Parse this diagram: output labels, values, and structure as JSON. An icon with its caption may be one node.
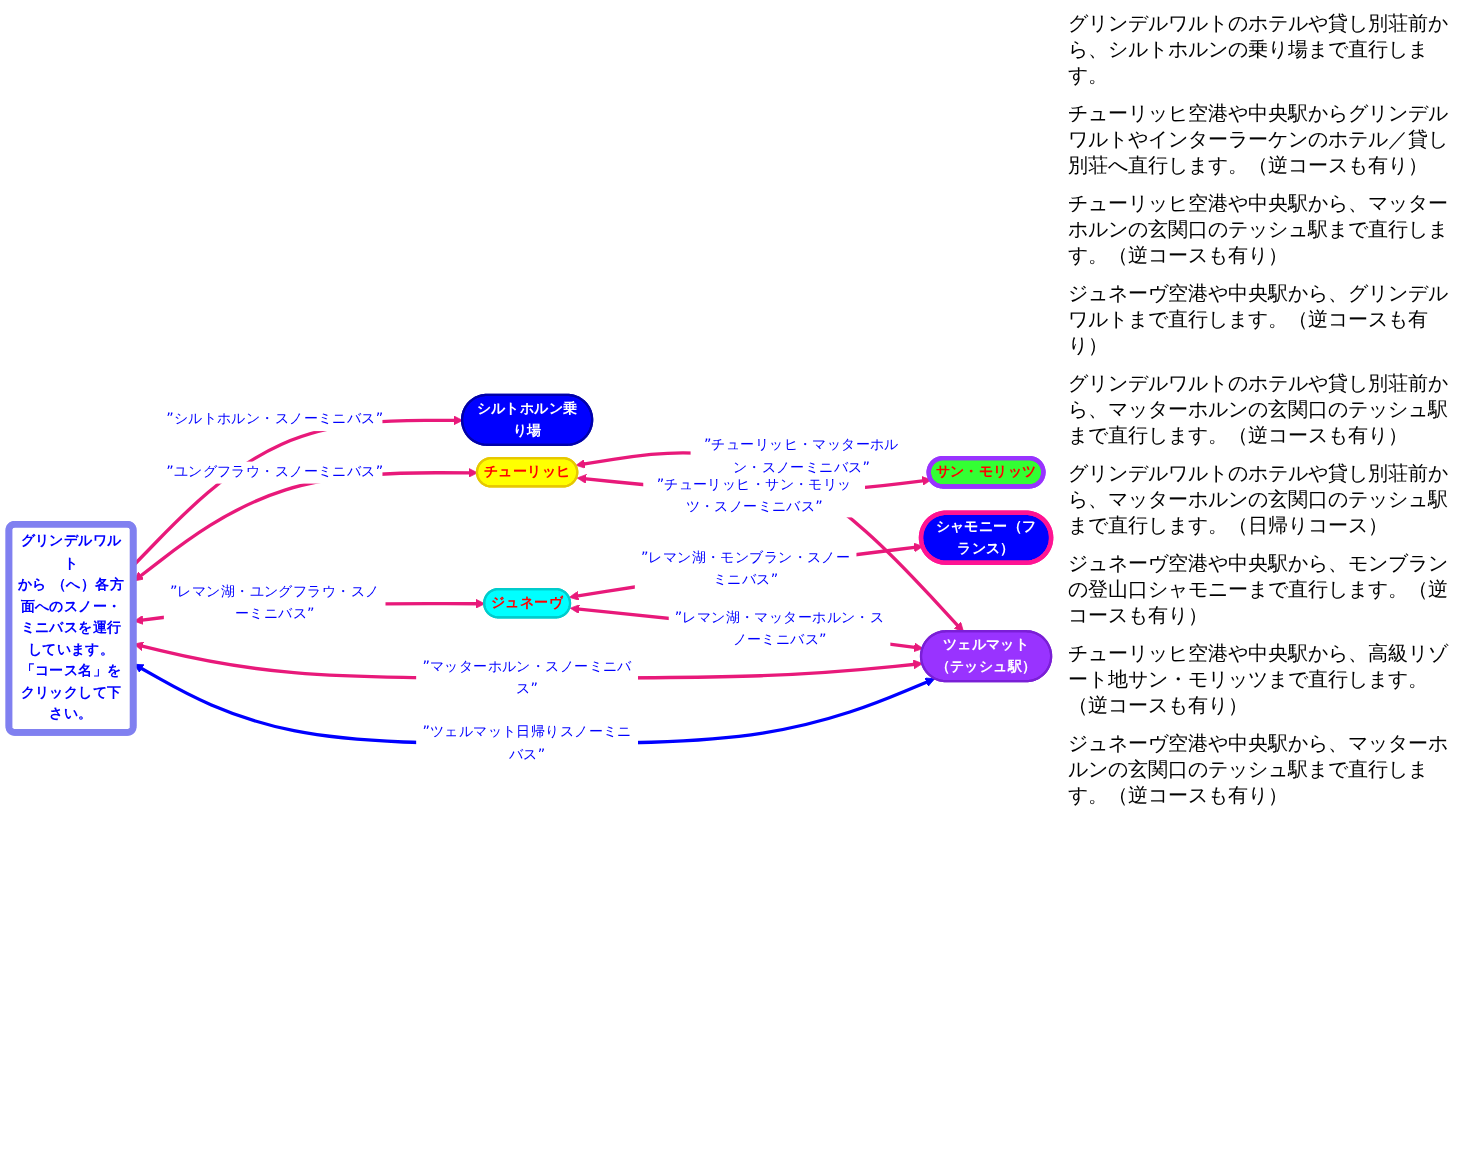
{
  "diagram": {
    "nodes": [
      {
        "text": [
          "チューリッヒ"
        ]
      },
      {
        "text": [
          "シルトホルン乗り場"
        ]
      },
      {
        "text": [
          "グリンデルワルト",
          "から （へ）各方面へのスノー・ミニバスを運行しています。「コース名」をクリックして下さい。"
        ]
      },
      {
        "text": [
          "ジュネーヴ"
        ]
      },
      {
        "text": [
          "シャモニー（フランス）"
        ]
      },
      {
        "text": [
          "ツェルマット（テッシュ駅）"
        ]
      },
      {
        "text": [
          "サン・モリッツ"
        ]
      }
    ],
    "edges": [
      {
        "from": 2,
        "to": 1,
        "arrow": "to",
        "label": "”シルトホルン・スノーミニバス”"
      },
      {
        "from": 2,
        "to": 0,
        "arrow": "both",
        "label": "”ユングフラウ・スノーミニバス”"
      },
      {
        "from": 0,
        "to": 5,
        "arrow": "both",
        "label": "”チューリッヒ・マッターホルン・スノーミニバス”"
      },
      {
        "from": 2,
        "to": 3,
        "arrow": "both",
        "label": "”レマン湖・ユングフラウ・スノーミニバス”"
      },
      {
        "from": 2,
        "to": 5,
        "arrow": "both",
        "label": "”マッターホルン・スノーミニバス”"
      },
      {
        "from": 2,
        "to": 5,
        "arrow": "both",
        "label": "”ツェルマット日帰りスノーミニバス”",
        "color": "#0000ff"
      },
      {
        "from": 3,
        "to": 4,
        "arrow": "both",
        "label": "”レマン湖・モンブラン・スノーミニバス”"
      },
      {
        "from": 0,
        "to": 6,
        "arrow": "both",
        "label": "”チューリッヒ・サン・モリッツ・スノーミニバス”"
      },
      {
        "from": 3,
        "to": 5,
        "arrow": "both",
        "label": "”レマン湖・マッターホルン・スノーミニバス”"
      }
    ],
    "labels": [
      "グリンデルワルトのホテルや貸し別荘前から、シルトホルンの乗り場まで直行します。",
      "チューリッヒ空港や中央駅からグリンデルワルトやインターラーケンのホテル／貸し別荘へ直行します。（逆コースも有り）",
      "チューリッヒ空港や中央駅から、マッターホルンの玄関口のテッシュ駅まで直行します。（逆コースも有り）",
      "ジュネーヴ空港や中央駅から、グリンデルワルトまで直行します。（逆コースも有り）",
      "グリンデルワルトのホテルや貸し別荘前から、マッターホルンの玄関口のテッシュ駅まで直行します。（逆コースも有り）",
      "グリンデルワルトのホテルや貸し別荘前から、マッターホルンの玄関口のテッシュ駅まで直行します。（日帰りコース）",
      "ジュネーヴ空港や中央駅から、モンブランの登山口シャモニーまで直行します。（逆コースも有り）",
      "チューリッヒ空港や中央駅から、高級リゾート地サン・モリッツまで直行します。（逆コースも有り）",
      "ジュネーヴ空港や中央駅から、マッターホルンの玄関口のテッシュ駅まで直行します。（逆コースも有り）"
    ]
  }
}
